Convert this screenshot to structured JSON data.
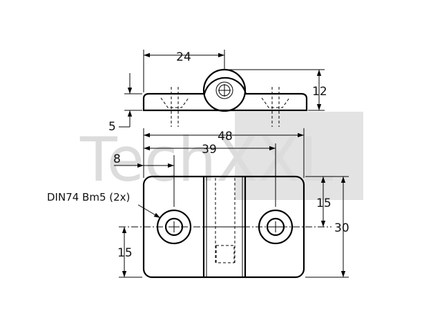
{
  "watermark": {
    "text": "TechXXL"
  },
  "dimensions": {
    "top_width": "24",
    "hinge_height": "12",
    "leaf_thickness": "5",
    "overall_width": "48",
    "hole_spacing": "39",
    "hole_edge_offset": "8",
    "hole_height_right": "15",
    "hole_height_left": "15",
    "overall_height": "30"
  },
  "notes": {
    "screw_spec": "DIN74 Bm5 (2x)"
  }
}
